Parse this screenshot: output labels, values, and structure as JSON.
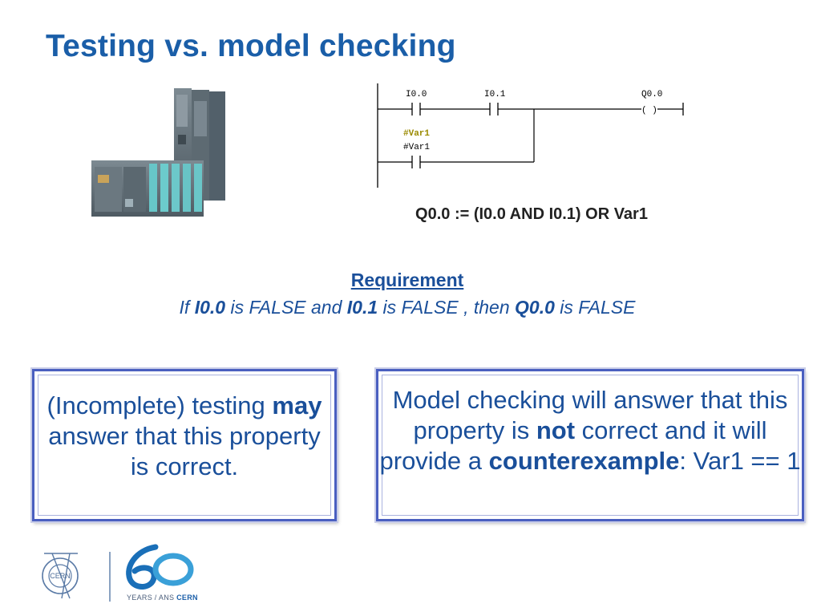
{
  "slide": {
    "title": "Testing vs. model checking"
  },
  "ladder": {
    "contact1": "I0.0",
    "contact2": "I0.1",
    "coil": "Q0.0",
    "coil_symbol": "( )",
    "var_highlight": "#Var1",
    "var_label": "#Var1"
  },
  "equation": "Q0.0 := (I0.0 AND I0.1) OR Var1",
  "requirement": {
    "heading": "Requirement",
    "p1": "If ",
    "b1": "I0.0",
    "p2": " is FALSE and ",
    "b2": "I0.1",
    "p3": " is FALSE , then ",
    "b3": "Q0.0",
    "p4": " is FALSE"
  },
  "left_box": {
    "t1": "(Incomplete) testing ",
    "b1": "may",
    "t2": " answer that this property is correct."
  },
  "right_box": {
    "t1": "Model checking will answer that this property is ",
    "b1": "not",
    "t2": " correct and it will provide a ",
    "b2": "counterexample",
    "t3": ": Var1 == 1"
  },
  "footer": {
    "cern_logo_text": "CERN",
    "years_prefix": "YEARS / ANS ",
    "years_brand": "CERN"
  },
  "colors": {
    "title": "#1a5ea8",
    "text": "#1a4f9a",
    "box_border": "#4a5fc0",
    "var_highlight": "#9a8a00"
  }
}
